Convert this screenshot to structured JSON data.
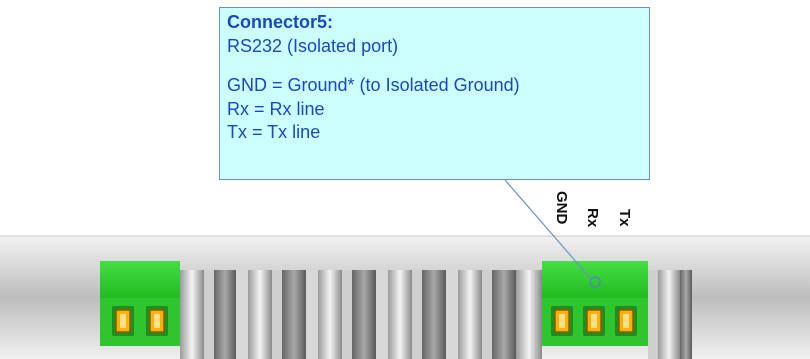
{
  "callout": {
    "title": "Connector5:",
    "subtitle": "RS232 (Isolated port)",
    "lines": [
      "GND = Ground* (to Isolated Ground)",
      "Rx = Rx line",
      "Tx = Tx line"
    ]
  },
  "pins": [
    "GND",
    "Rx",
    "Tx"
  ],
  "colors": {
    "callout_bg": "#ccffff",
    "callout_text": "#1a47c4",
    "connector_green": "#33cc33",
    "terminal_orange": "#ffb000"
  }
}
